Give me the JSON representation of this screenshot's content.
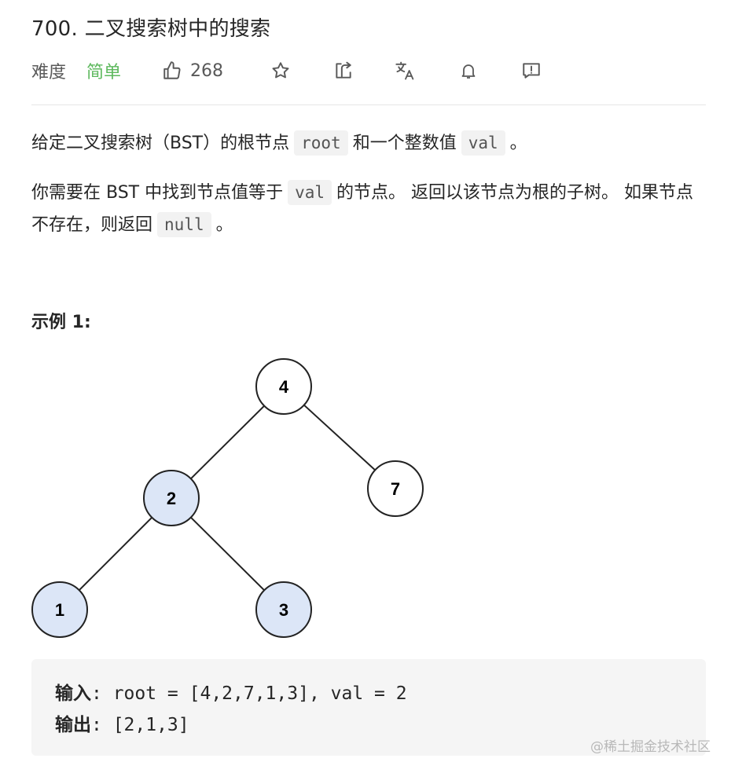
{
  "problem": {
    "title": "700. 二叉搜索树中的搜索",
    "difficulty_label": "难度",
    "difficulty_value": "简单",
    "likes": "268"
  },
  "toolbar_icons": [
    "thumbs-up-icon",
    "star-icon",
    "share-icon",
    "translate-icon",
    "bell-icon",
    "feedback-icon"
  ],
  "description": {
    "p1": {
      "text1": "给定二叉搜索树（BST）的根节点",
      "code1": "root",
      "text2": "和一个整数值",
      "code2": "val",
      "text3": "。"
    },
    "p2": {
      "text1": "你需要在 BST 中找到节点值等于",
      "code1": "val",
      "text2": "的节点。 返回以该节点为根的子树。 如果节点不存在，则返回",
      "code2": "null",
      "text3": "。"
    }
  },
  "example": {
    "title": "示例 1:",
    "tree_nodes": [
      "4",
      "2",
      "7",
      "1",
      "3"
    ],
    "input_label": "输入",
    "input_value": ": root = [4,2,7,1,3], val = 2",
    "output_label": "输出",
    "output_value": ": [2,1,3]"
  },
  "colors": {
    "accent_easy": "#5cb85c",
    "highlight_node": "#dce6f7",
    "code_bg": "#f5f5f5"
  },
  "watermark": "@稀土掘金技术社区"
}
